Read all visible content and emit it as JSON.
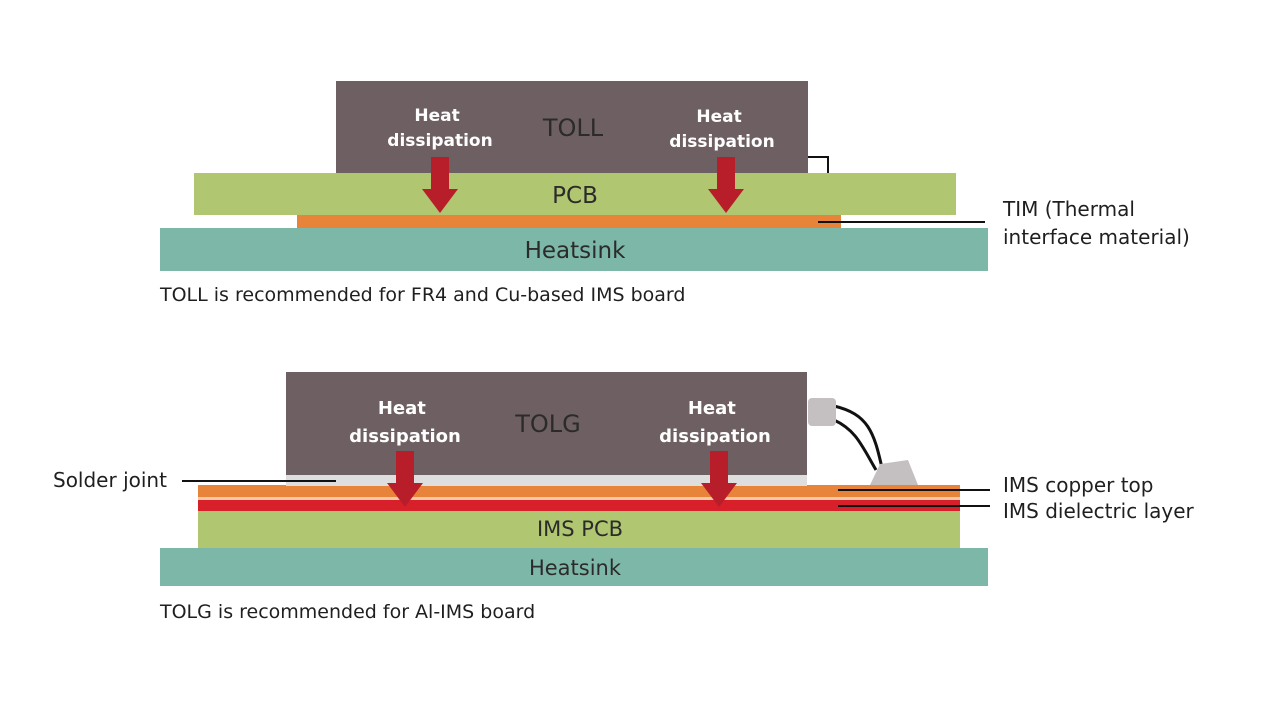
{
  "colors": {
    "package": "#6e6062",
    "pcb": "#b1c670",
    "heatsink": "#7db7a7",
    "tim": "#e8843a",
    "copper_top": "#e8843a",
    "dielectric": "#d8202b",
    "solder": "#dedede",
    "arrow": "#b81e2a",
    "connector": "#c4c0c1",
    "leader": "#111111",
    "text_dark": "#2b2b2b",
    "text_light": "#ffffff"
  },
  "top": {
    "package_label": "TOLL",
    "heat_left": [
      "Heat",
      "dissipation"
    ],
    "heat_right": [
      "Heat",
      "dissipation"
    ],
    "pcb_label": "PCB",
    "heatsink_label": "Heatsink",
    "tim_label": [
      "TIM (Thermal",
      "interface material)"
    ],
    "caption": "TOLL is recommended for FR4 and Cu-based IMS board"
  },
  "bottom": {
    "package_label": "TOLG",
    "heat_left": [
      "Heat",
      "dissipation"
    ],
    "heat_right": [
      "Heat",
      "dissipation"
    ],
    "pcb_label": "IMS PCB",
    "heatsink_label": "Heatsink",
    "solder_label": "Solder joint",
    "copper_label": "IMS copper top",
    "dielectric_label": "IMS dielectric layer",
    "caption": "TOLG is recommended for Al-IMS board"
  }
}
